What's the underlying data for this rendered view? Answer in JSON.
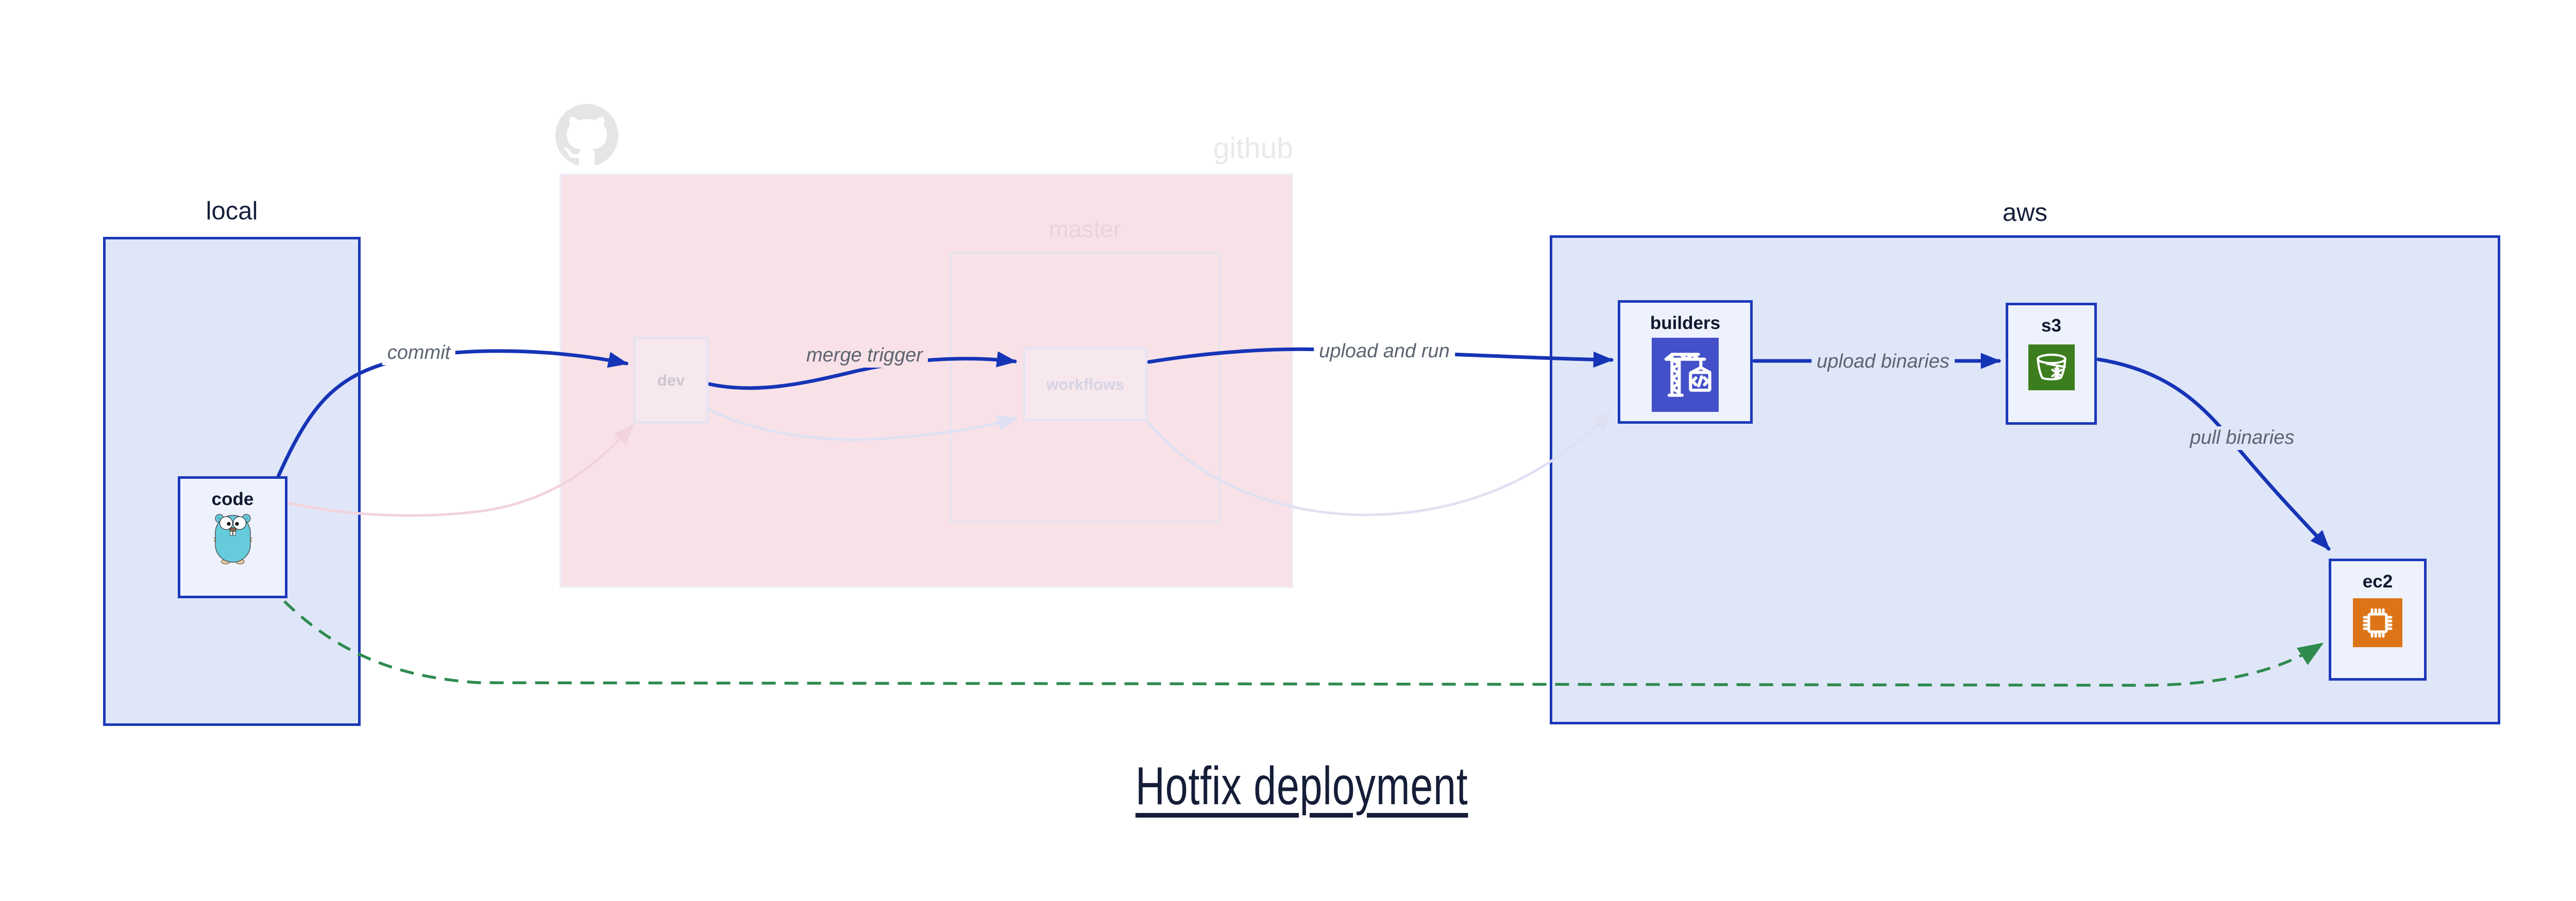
{
  "title": {
    "text": "Hotfix deployment"
  },
  "groups": {
    "local": {
      "label": "local"
    },
    "github": {
      "label": "github",
      "logo_icon": "github-octocat-icon"
    },
    "master": {
      "label": "master"
    },
    "aws": {
      "label": "aws"
    }
  },
  "nodes": {
    "code": {
      "label": "code",
      "icon": "go-gopher-icon"
    },
    "dev": {
      "label": "dev"
    },
    "workflows": {
      "label": "workflows"
    },
    "builders": {
      "label": "builders",
      "icon": "aws-codebuild-crane-icon"
    },
    "s3": {
      "label": "s3",
      "icon": "aws-s3-glacier-bucket-icon"
    },
    "ec2": {
      "label": "ec2",
      "icon": "aws-ec2-chip-icon"
    }
  },
  "edges": {
    "commit": {
      "label": "commit",
      "style": "solid-blue",
      "from": "code",
      "to": "dev"
    },
    "merge_trigger": {
      "label": "merge trigger",
      "style": "solid-blue",
      "from": "dev",
      "to": "workflows"
    },
    "upload_and_run": {
      "label": "upload and run",
      "style": "solid-blue",
      "from": "workflows",
      "to": "builders"
    },
    "upload_binaries": {
      "label": "upload binaries",
      "style": "solid-blue",
      "from": "builders",
      "to": "s3"
    },
    "pull_binaries": {
      "label": "pull binaries",
      "style": "solid-blue",
      "from": "s3",
      "to": "ec2"
    },
    "hotfix_dashed": {
      "label": "",
      "style": "dashed-green",
      "from": "code",
      "to": "ec2"
    },
    "faded_commit": {
      "label": "",
      "style": "faded-pink",
      "from": "code",
      "to": "dev"
    },
    "faded_merge": {
      "label": "",
      "style": "faded-lavender",
      "from": "dev",
      "to": "workflows"
    },
    "faded_upload": {
      "label": "",
      "style": "faded-lavender",
      "from": "workflows",
      "to": "builders"
    }
  },
  "colors": {
    "arrow_blue": "#1634b6",
    "box_border_blue": "#1b39b9",
    "group_fill_blue": "#dfe6f8",
    "node_fill": "#eef2fc",
    "github_fill": "#f8e2e7",
    "faded_node_fill": "#f7e8ee",
    "faded_border": "#e3e4f2",
    "hotfix_green": "#2e8b4f",
    "faded_pink_arrow": "#f2d3dc",
    "faded_lavender_arrow": "#dfe1f3",
    "edge_label_gray": "#5c6471",
    "title_navy": "#151d38",
    "codebuild_indigo": "#4350c9",
    "s3_green": "#3c7e1e",
    "ec2_orange": "#dd7518",
    "gopher_teal": "#66cbdb",
    "octocat_gray": "#e5e5e5"
  }
}
